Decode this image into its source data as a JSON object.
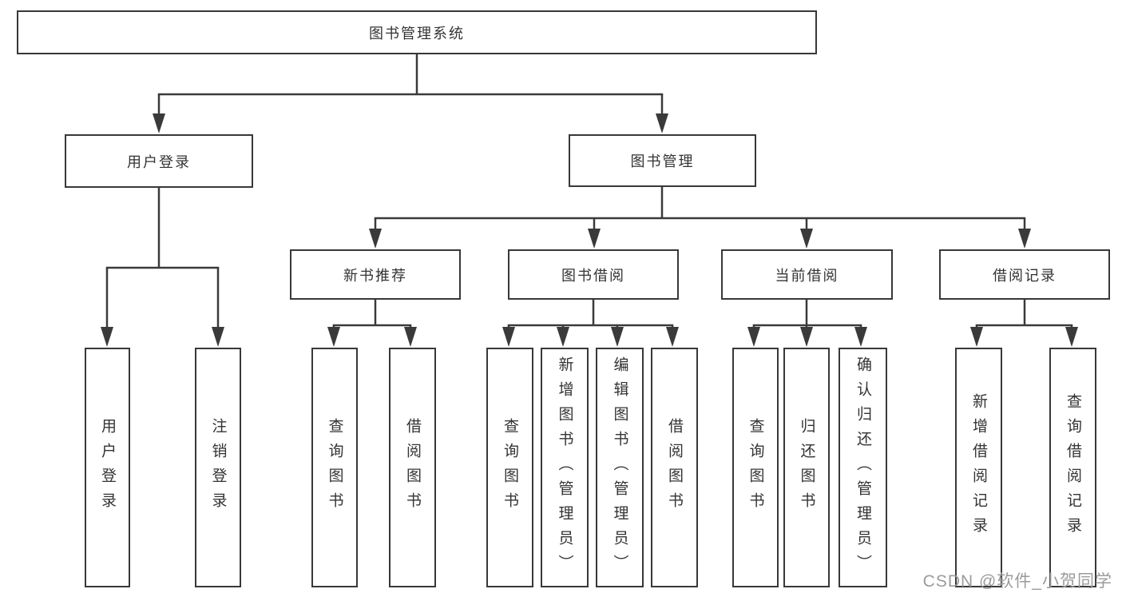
{
  "diagram": {
    "root": {
      "label": "图书管理系统"
    },
    "level2": [
      {
        "id": "user-login",
        "label": "用户登录"
      },
      {
        "id": "book-management",
        "label": "图书管理"
      }
    ],
    "level3": [
      {
        "id": "new-book-recommend",
        "label": "新书推荐",
        "parent": "book-management"
      },
      {
        "id": "book-borrow",
        "label": "图书借阅",
        "parent": "book-management"
      },
      {
        "id": "current-borrow",
        "label": "当前借阅",
        "parent": "book-management"
      },
      {
        "id": "borrow-records",
        "label": "借阅记录",
        "parent": "book-management"
      }
    ],
    "leaves": [
      {
        "id": "user-login-leaf",
        "label": "用户登录",
        "parent": "user-login"
      },
      {
        "id": "logout-leaf",
        "label": "注销登录",
        "parent": "user-login"
      },
      {
        "id": "recommend-query-books",
        "label": "查询图书",
        "parent": "new-book-recommend"
      },
      {
        "id": "recommend-borrow-books",
        "label": "借阅图书",
        "parent": "new-book-recommend"
      },
      {
        "id": "borrow-query-books",
        "label": "查询图书",
        "parent": "book-borrow"
      },
      {
        "id": "borrow-add-books",
        "label": "新增图书（管理员）",
        "parent": "book-borrow"
      },
      {
        "id": "borrow-edit-books",
        "label": "编辑图书（管理员）",
        "parent": "book-borrow"
      },
      {
        "id": "borrow-borrow-books",
        "label": "借阅图书",
        "parent": "book-borrow"
      },
      {
        "id": "current-query-books",
        "label": "查询图书",
        "parent": "current-borrow"
      },
      {
        "id": "current-return-books",
        "label": "归还图书",
        "parent": "current-borrow"
      },
      {
        "id": "current-confirm-return",
        "label": "确认归还（管理员）",
        "parent": "current-borrow"
      },
      {
        "id": "records-add",
        "label": "新增借阅记录",
        "parent": "borrow-records"
      },
      {
        "id": "records-query",
        "label": "查询借阅记录",
        "parent": "borrow-records"
      }
    ],
    "watermark": "CSDN @软件_小贺同学",
    "colors": {
      "line": "#3a3a3a",
      "text": "#333333",
      "watermark": "#9b9b9b",
      "background": "#ffffff"
    }
  }
}
